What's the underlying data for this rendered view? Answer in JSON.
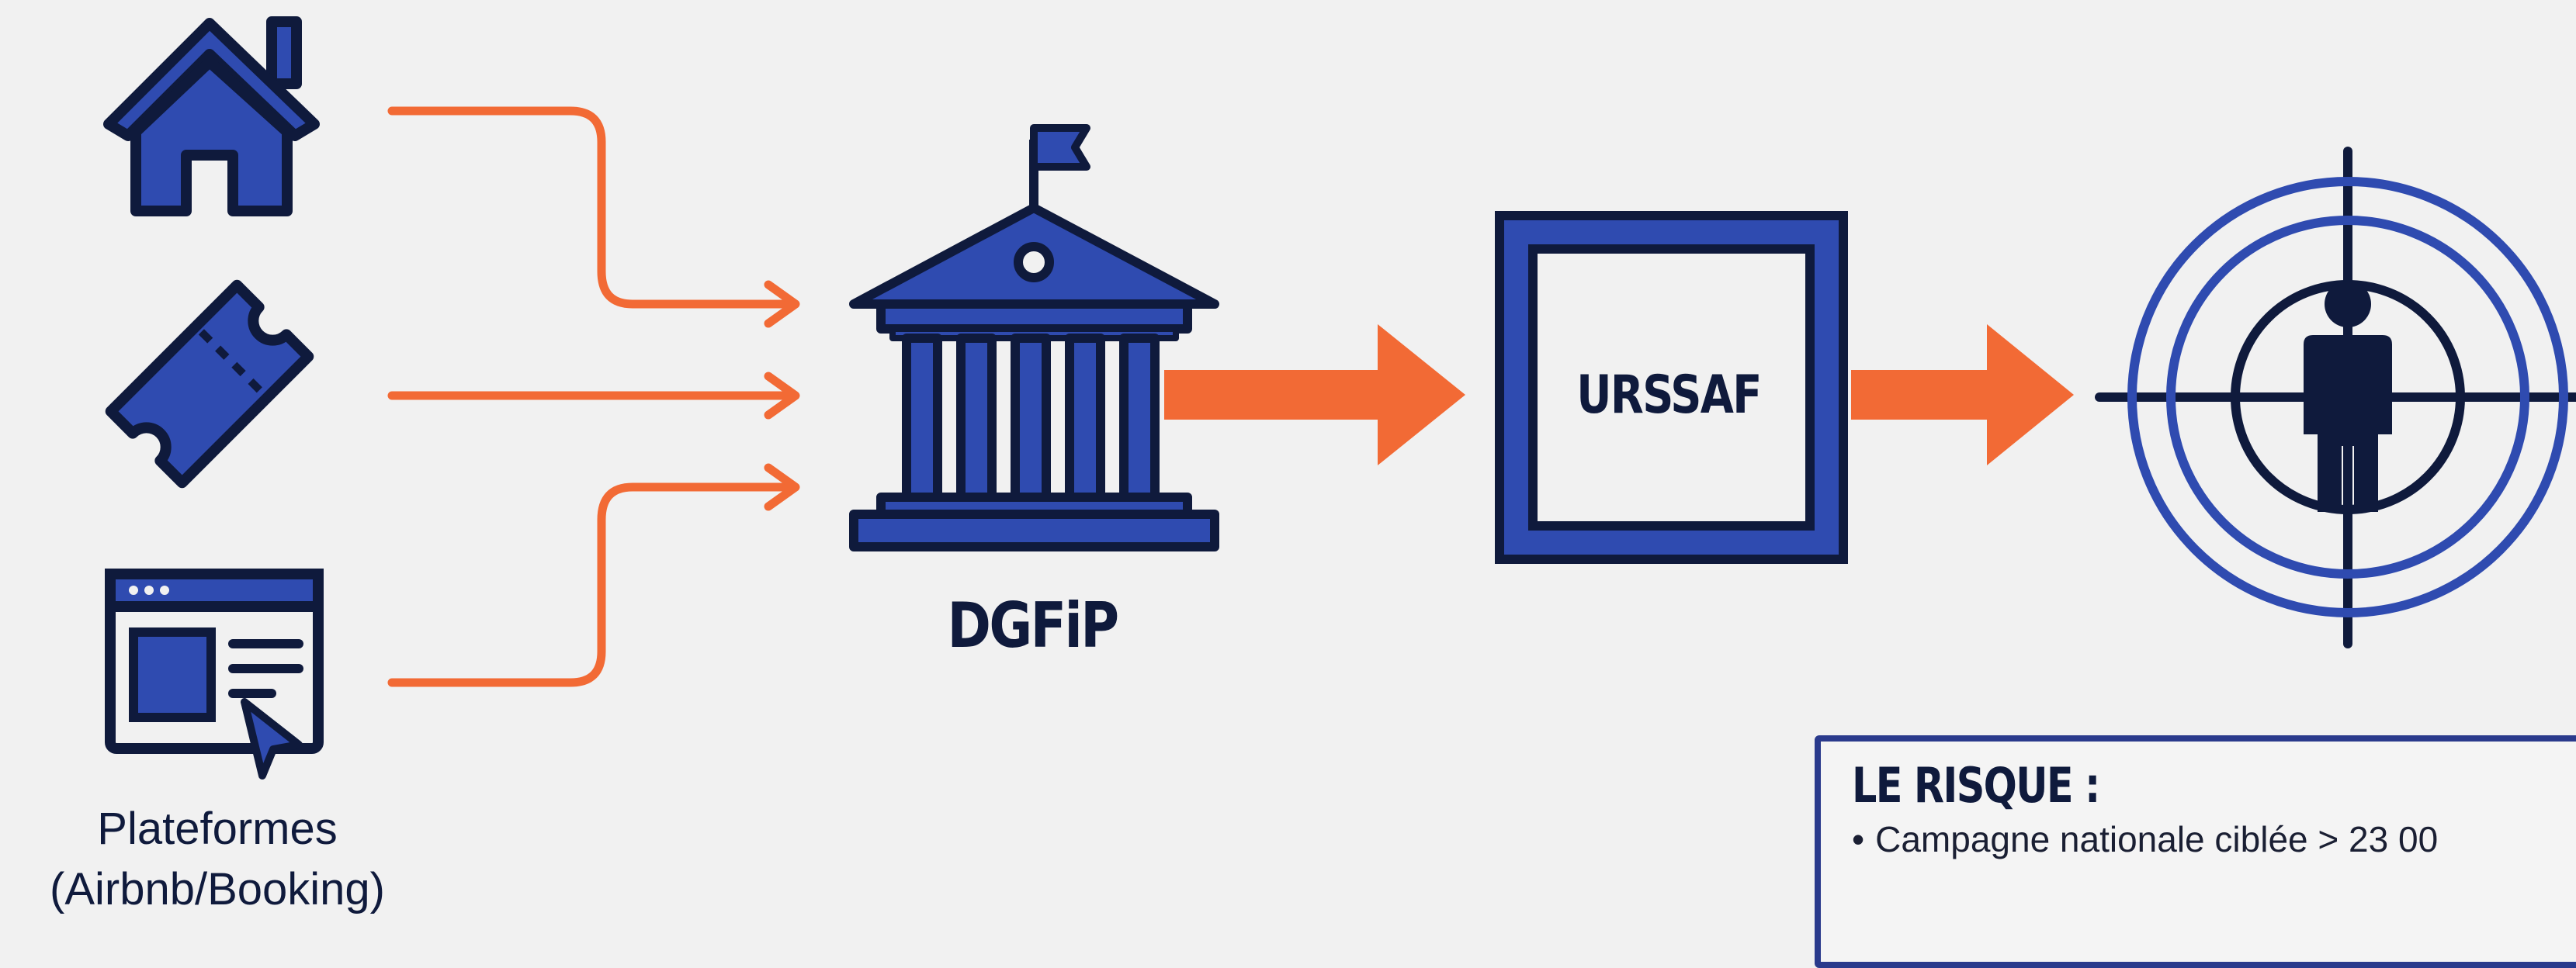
{
  "labels": {
    "platforms_line1": "Plateformes",
    "platforms_line2": "(Airbnb/Booking)",
    "dgfip": "DGFiP",
    "urssaf": "URSSAF"
  },
  "risk": {
    "title": "LE RISQUE :",
    "bullet": "Campagne nationale ciblée > 23 00"
  },
  "icons": [
    "house-icon",
    "ticket-icon",
    "web-platform-icon",
    "government-building-icon",
    "target-person-icon"
  ],
  "colors": {
    "navy": "#0f1a3c",
    "blue": "#2f4bb0",
    "orange": "#f26a35",
    "background": "#f1f1f1"
  }
}
